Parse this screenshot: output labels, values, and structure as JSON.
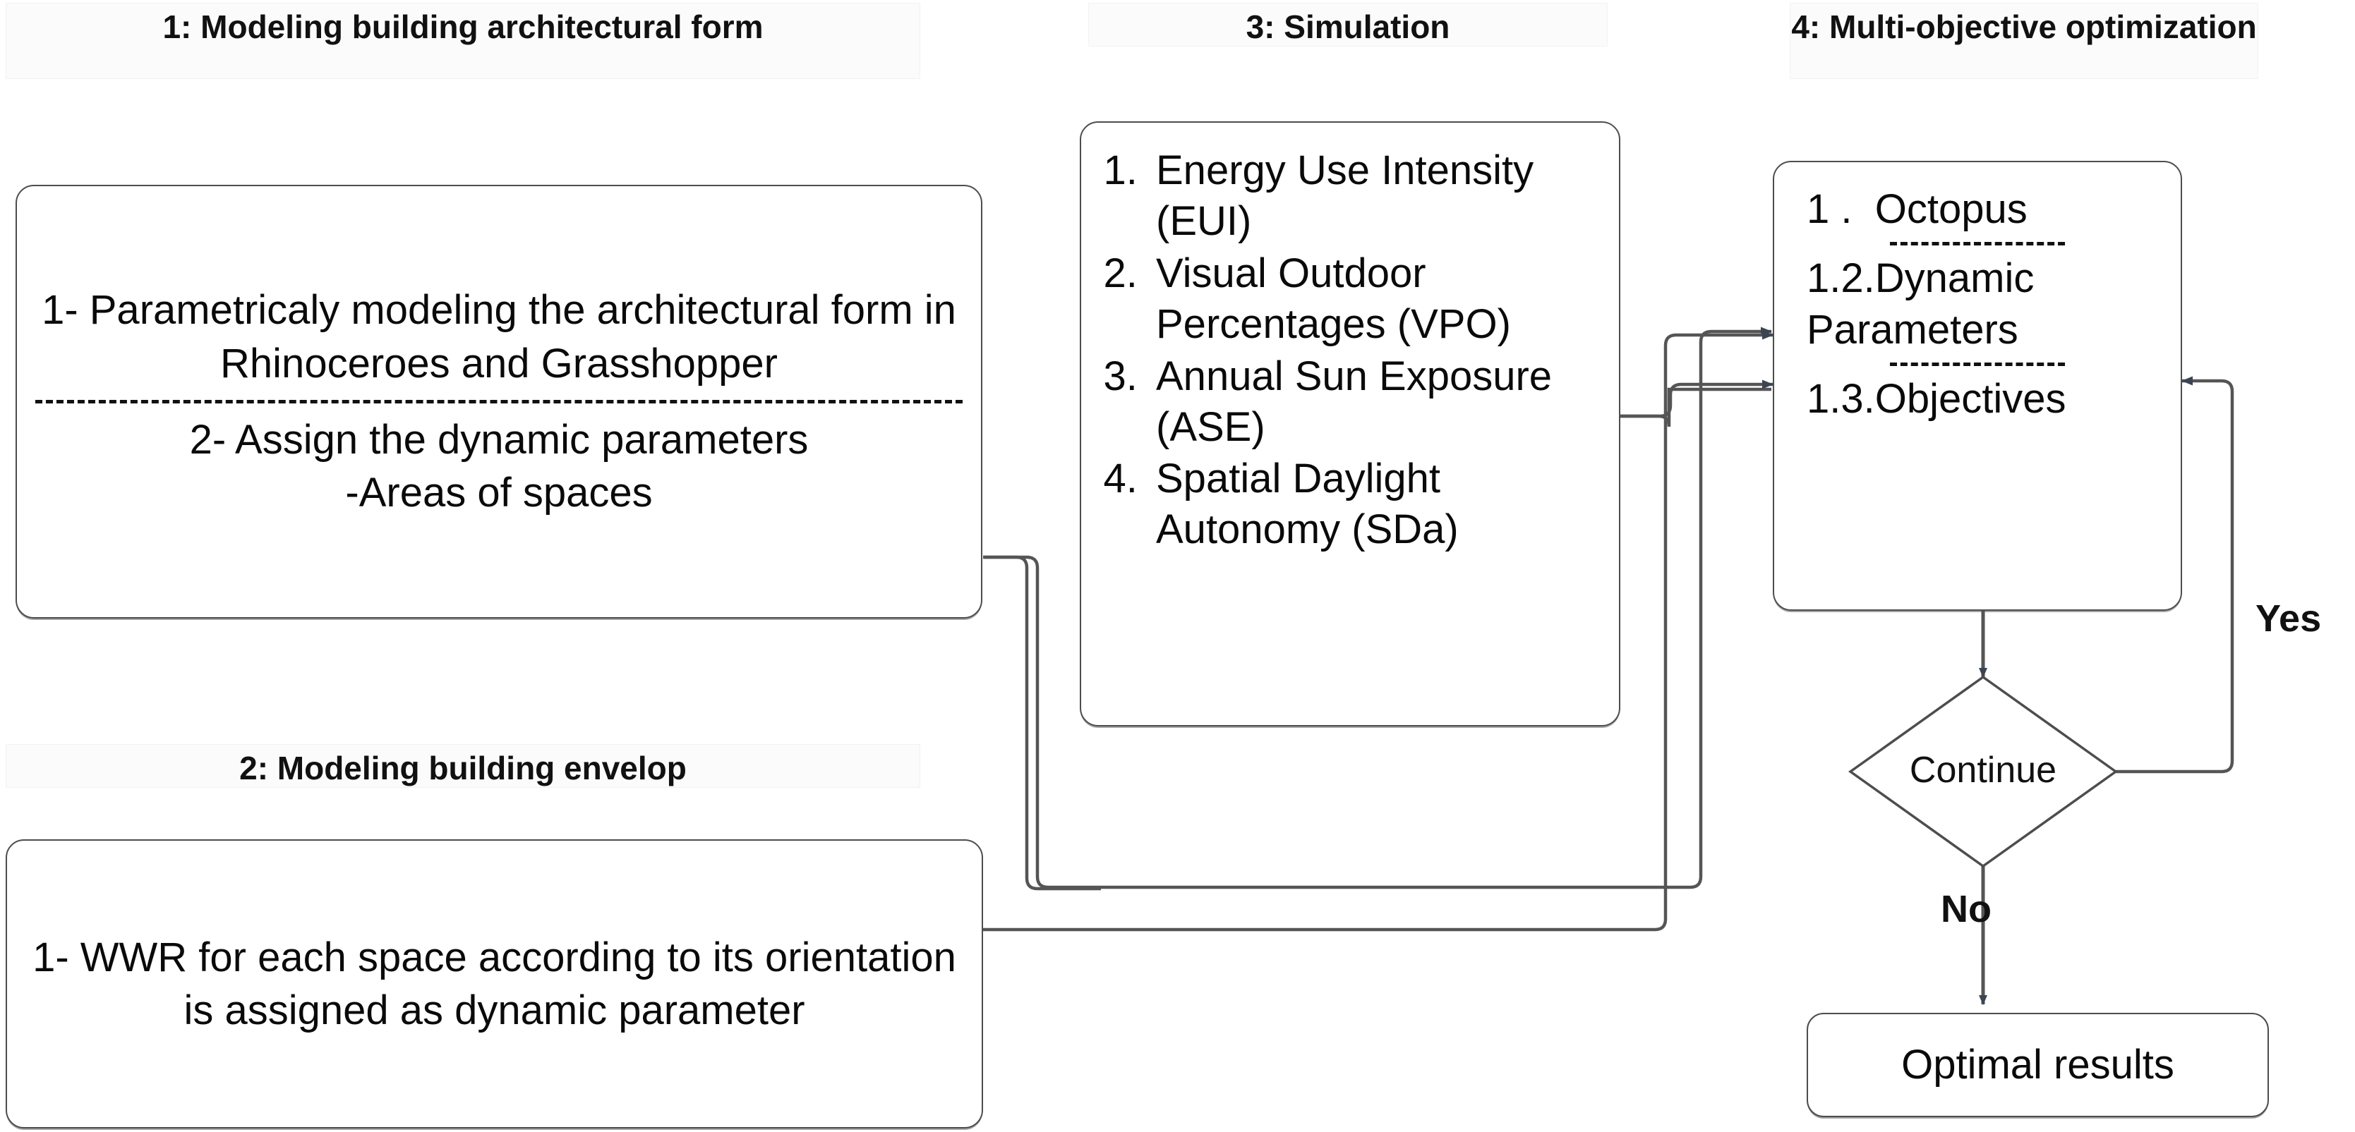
{
  "diagram": {
    "title_note": "Workflow flowchart of parametric modeling, simulation and multi-objective optimization",
    "colors": {
      "box_border": "#4d4d4d",
      "connector": "#555555",
      "arrow_fill": "#3b4552",
      "text": "#0a0a0a",
      "header_bg": "#fbfbfb",
      "canvas_bg": "#ffffff"
    }
  },
  "headers": {
    "step1": "1:  Modeling building architectural form",
    "step2": "2:  Modeling building envelop",
    "step3": "3: Simulation",
    "step4": "4: Multi-objective optimization"
  },
  "step1_box": {
    "item1": "1- Parametricaly modeling the architectural form in Rhinoceroes and Grasshopper",
    "separator": "dashed-divider",
    "item2_line1": "2- Assign the dynamic parameters",
    "item2_line2": "-Areas of spaces"
  },
  "step2_box": {
    "item1": "1- WWR for each space according to its orientation is assigned as dynamic parameter"
  },
  "step3_box": {
    "items": [
      "Energy Use Intensity (EUI)",
      "Visual Outdoor Percentages (VPO)",
      "Annual Sun Exposure (ASE)",
      "Spatial Daylight Autonomy (SDa)"
    ]
  },
  "step4_box": {
    "item1": "1 .  Octopus",
    "separator1": "dashed-divider",
    "item2_line1": "1.2.Dynamic",
    "item2_line2": "Parameters",
    "separator2": "dashed-divider",
    "item3": "1.3.Objectives"
  },
  "decision": {
    "label": "Continue",
    "yes_label": "Yes",
    "no_label": "No"
  },
  "terminal": {
    "label": "Optimal results"
  }
}
